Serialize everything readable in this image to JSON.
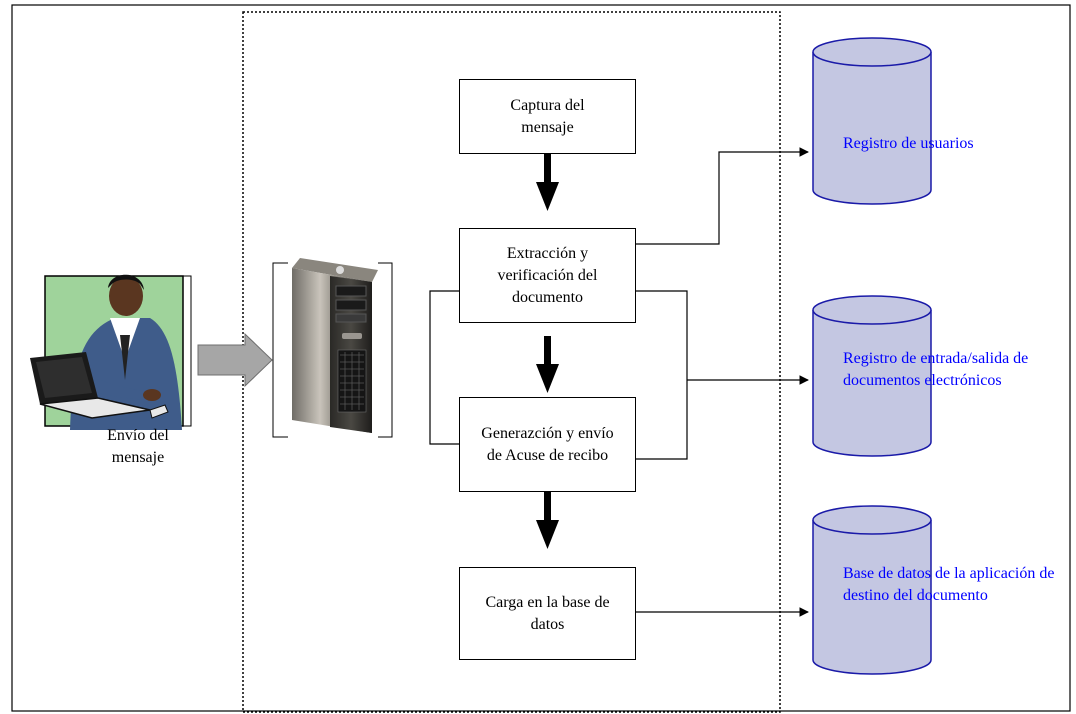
{
  "user": {
    "caption": "Envío del mensaje"
  },
  "process": {
    "steps": [
      "Captura del mensaje",
      "Extracción y verificación del documento",
      "Generazción y envío de Acuse de recibo",
      "Carga en la base de datos"
    ]
  },
  "databases": [
    "Registro de usuarios",
    "Registro de entrada/salida de documentos electrónicos",
    "Base de datos de la aplicación de destino del documento"
  ],
  "colors": {
    "db_fill": "#c4c7e2",
    "db_stroke": "#1a1aa8",
    "db_text": "#0000ff",
    "arrow_gray": "#a6a6a6",
    "scene_bg": "#9fd39b"
  }
}
